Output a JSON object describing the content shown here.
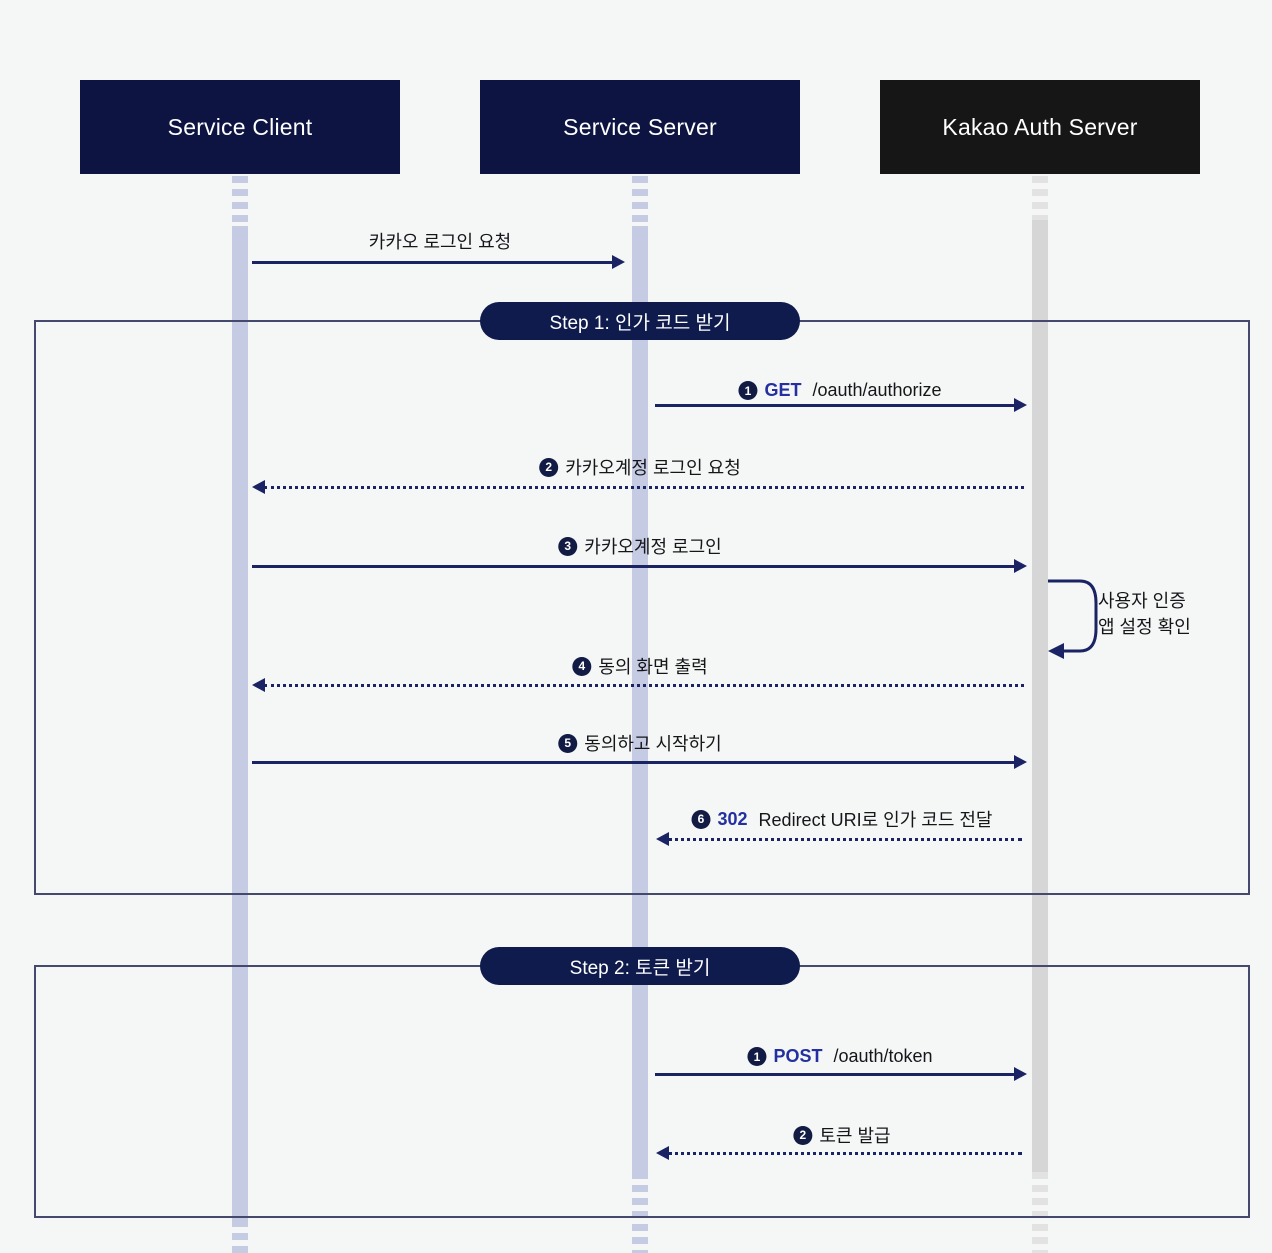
{
  "diagram": {
    "title": "Kakao Login OAuth Sequence",
    "background": "#f5f7f6",
    "colors": {
      "actor_navy": "#0d1442",
      "actor_black": "#161616",
      "lifeline_blue": "#c6cbe4",
      "lifeline_gray": "#d6d6d6",
      "line_navy": "#1a2363",
      "frame_border": "#46496e",
      "verb_blue": "#2430a0"
    }
  },
  "actors": [
    {
      "id": "client",
      "label": "Service Client",
      "fill": "#0d1442"
    },
    {
      "id": "server",
      "label": "Service Server",
      "fill": "#0d1442"
    },
    {
      "id": "kakao",
      "label": "Kakao Auth Server",
      "fill": "#161616"
    }
  ],
  "preamble_message": {
    "text": "카카오 로그인 요청",
    "from": "client",
    "to": "server",
    "style": "solid",
    "direction": "right"
  },
  "frames": [
    {
      "id": "step1",
      "label": "Step 1: 인가 코드 받기",
      "messages": [
        {
          "num": "1",
          "verb": "GET",
          "text": "/oauth/authorize",
          "from": "server",
          "to": "kakao",
          "style": "solid",
          "direction": "right"
        },
        {
          "num": "2",
          "verb": "",
          "text": "카카오계정 로그인 요청",
          "from": "kakao",
          "to": "client",
          "style": "dotted",
          "direction": "left"
        },
        {
          "num": "3",
          "verb": "",
          "text": "카카오계정 로그인",
          "from": "client",
          "to": "kakao",
          "style": "solid",
          "direction": "right"
        },
        {
          "num": "4",
          "verb": "",
          "text": "동의 화면 출력",
          "from": "kakao",
          "to": "client",
          "style": "dotted",
          "direction": "left"
        },
        {
          "num": "5",
          "verb": "",
          "text": "동의하고 시작하기",
          "from": "client",
          "to": "kakao",
          "style": "solid",
          "direction": "right"
        },
        {
          "num": "6",
          "verb": "302",
          "text": "Redirect URI로 인가 코드 전달",
          "from": "kakao",
          "to": "server",
          "style": "dotted",
          "direction": "left"
        }
      ],
      "self_note": {
        "line1": "사용자 인증",
        "line2": "앱 설정 확인",
        "on": "kakao"
      }
    },
    {
      "id": "step2",
      "label": "Step 2: 토큰 받기",
      "messages": [
        {
          "num": "1",
          "verb": "POST",
          "text": "/oauth/token",
          "from": "server",
          "to": "kakao",
          "style": "solid",
          "direction": "right"
        },
        {
          "num": "2",
          "verb": "",
          "text": "토큰 발급",
          "from": "kakao",
          "to": "server",
          "style": "dotted",
          "direction": "left"
        }
      ]
    }
  ]
}
